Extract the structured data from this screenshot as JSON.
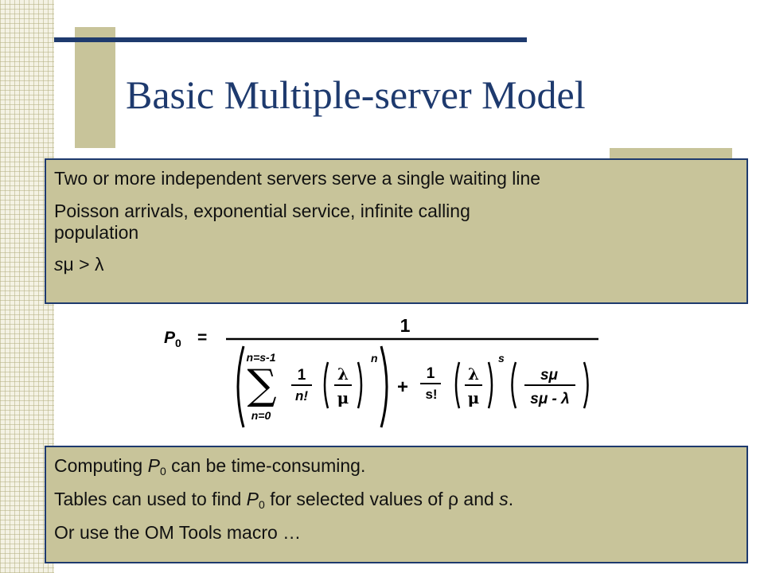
{
  "title": "Basic Multiple-server Model",
  "box1": {
    "line1": "Two or more independent servers serve a single waiting line",
    "line2a": "Poisson arrivals, exponential service, infinite calling",
    "line2b": "population",
    "line3_s": "s",
    "line3_mu": "μ",
    "line3_gt": " > ",
    "line3_lambda": "λ"
  },
  "formula": {
    "lhs_p": "P",
    "lhs_sub": "0",
    "eq": "=",
    "numerator": "1",
    "sigma": "∑",
    "sum_upper": "n=s-1",
    "sum_lower": "n=0",
    "frac1_num": "1",
    "frac1_den": "n!",
    "lambda": "λ",
    "mu": "μ",
    "exp1": "n",
    "plus": "+",
    "frac2_num": "1",
    "frac2_den": "s!",
    "exp2": "s",
    "frac3_num": "sμ",
    "frac3_den": "sμ - λ"
  },
  "box2": {
    "line1_a": "Computing ",
    "line1_p": "P",
    "line1_sub": "0",
    "line1_b": " can be time-consuming.",
    "line2_a": "Tables can used to find ",
    "line2_p": "P",
    "line2_sub": "0",
    "line2_b": " for selected values of ",
    "line2_rho": "ρ",
    "line2_c": " and ",
    "line2_s": "s",
    "line2_d": ".",
    "line3": "Or use the OM Tools macro …"
  },
  "colors": {
    "accent": "#1e3a6e",
    "box_fill": "#c8c49a",
    "strip": "#f4f2e4"
  }
}
